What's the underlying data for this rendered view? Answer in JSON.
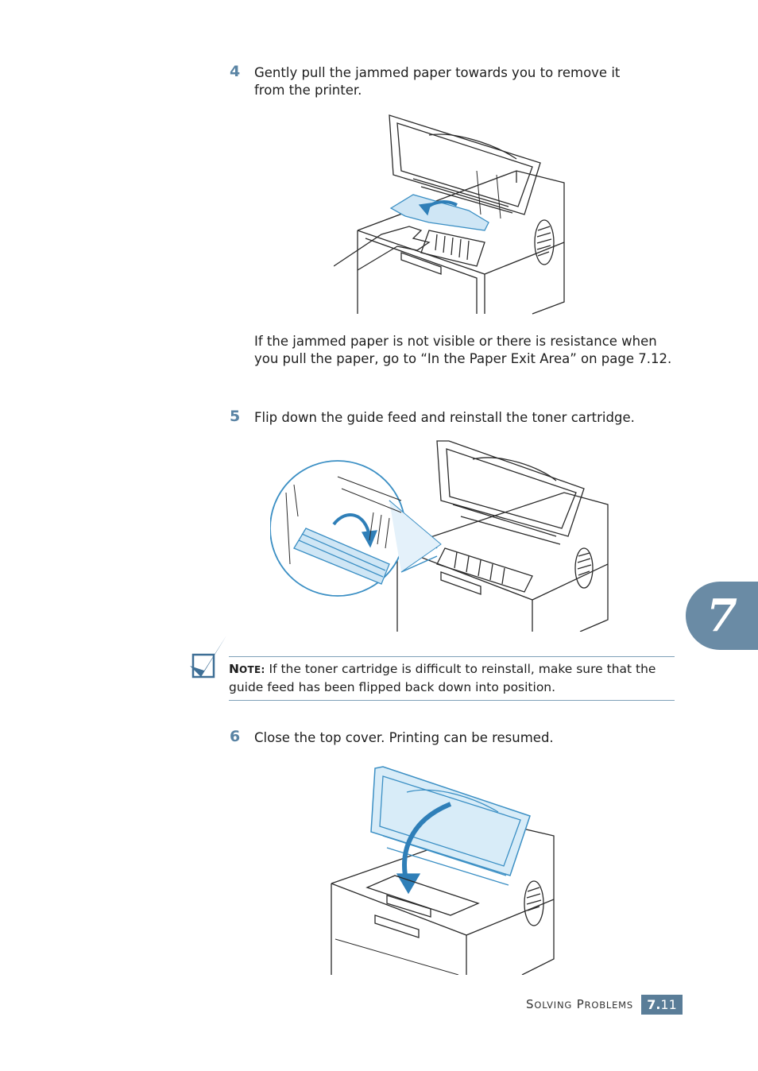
{
  "steps": [
    {
      "number": "4",
      "text": "Gently pull the jammed paper towards you to remove it from the printer."
    },
    {
      "number": "5",
      "text": "Flip down the guide feed and reinstall the toner cartridge."
    },
    {
      "number": "6",
      "text": "Close the top cover. Printing can be resumed."
    }
  ],
  "step4_followup": "If the jammed paper is not visible or there is resistance when you pull the paper, go to “In the Paper Exit Area” on page 7.12.",
  "note": {
    "label_first": "N",
    "label_rest": "OTE:",
    "text": " If the toner cartridge is difficult to reinstall, make sure that the guide feed has been flipped back down into position."
  },
  "chapter_tab": {
    "number": "7"
  },
  "footer": {
    "title_s": "S",
    "title_olving": "OLVING",
    "title_p": "P",
    "title_roblems": "ROBLEMS",
    "page_bold": "7.",
    "page_rest": "11"
  },
  "icons": [
    "checkmark-note-icon"
  ],
  "colors": {
    "accent": "#5a84a4",
    "tab": "#6a8ba5",
    "highlight": "#3b8fc4"
  }
}
